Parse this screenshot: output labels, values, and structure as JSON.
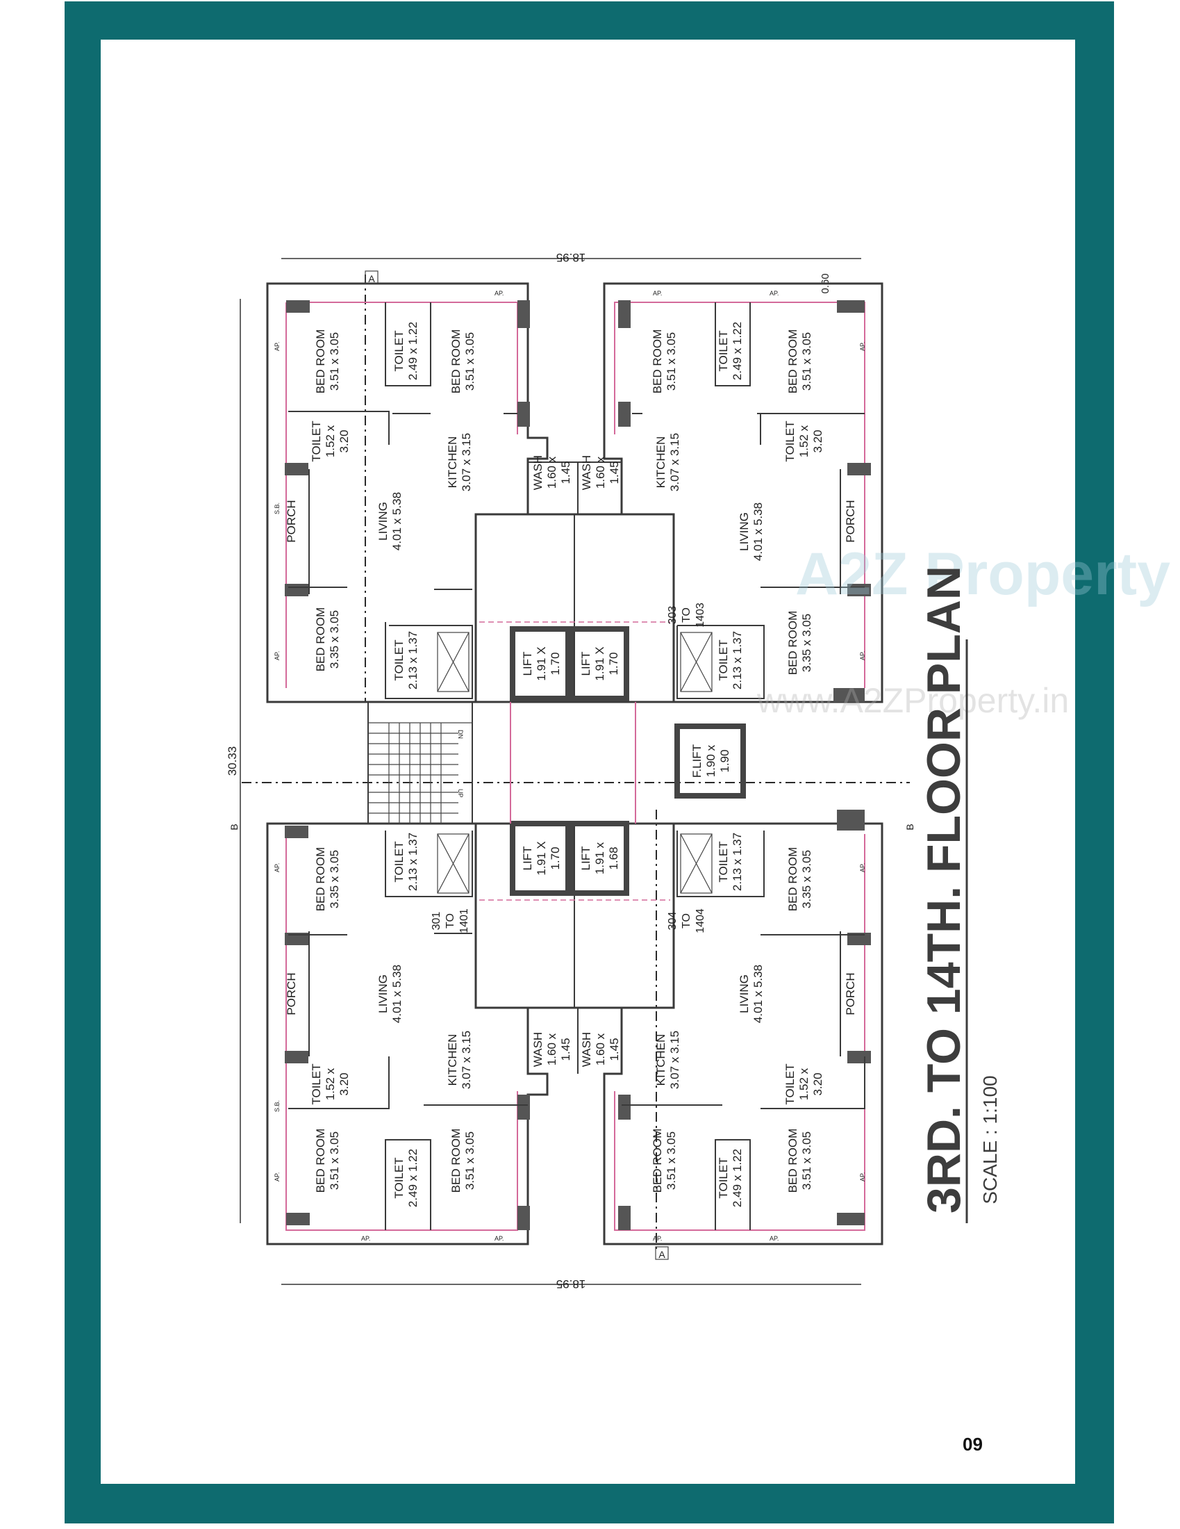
{
  "page": {
    "number": "09"
  },
  "plan": {
    "title": "3RD. TO 14TH. FLOOR PLAN",
    "scale": "SCALE : 1:100",
    "dimensions": {
      "top_width": "18.95",
      "bottom_width": "18.95",
      "left_height": "30.33",
      "corner": "0.60"
    },
    "section_marks": {
      "a": "A",
      "b": "B"
    },
    "watermark": {
      "logo": "A2Z Property",
      "url": "www.A2ZProperty.in"
    },
    "flat_ranges": [
      {
        "from": "301",
        "to_word": "TO",
        "to": "1401"
      },
      {
        "from": "303",
        "to_word": "TO",
        "to": "1403"
      },
      {
        "from": "304",
        "to_word": "TO",
        "to": "1404"
      }
    ],
    "rooms": {
      "bed_room": "BED ROOM",
      "bed_size_a": "3.51 x 3.05",
      "bed_size_b": "3.35 x 3.05",
      "toilet": "TOILET",
      "toilet_a": "2.49 x 1.22",
      "toilet_b1": "1.52 x",
      "toilet_b2": "3.20",
      "toilet_c": "2.13 x 1.37",
      "kitchen": "KITCHEN",
      "kitchen_size": "3.07 x 3.15",
      "living": "LIVING",
      "living_size": "4.01 x 5.38",
      "porch": "PORCH",
      "wash": "WASH",
      "wash_1": "1.60 x",
      "wash_2": "1.45",
      "lift": "LIFT",
      "lift_1": "1.91 X",
      "lift_2a": "1.70",
      "lift_2b": "1.68",
      "lift_small": "1.91 x",
      "flift": "F.LIFT",
      "flift_1": "1.90 x",
      "flift_2": "1.90"
    },
    "small_labels": {
      "ap": "AP.",
      "sb": "S.B.",
      "dn": "DN",
      "up": "UP"
    }
  }
}
